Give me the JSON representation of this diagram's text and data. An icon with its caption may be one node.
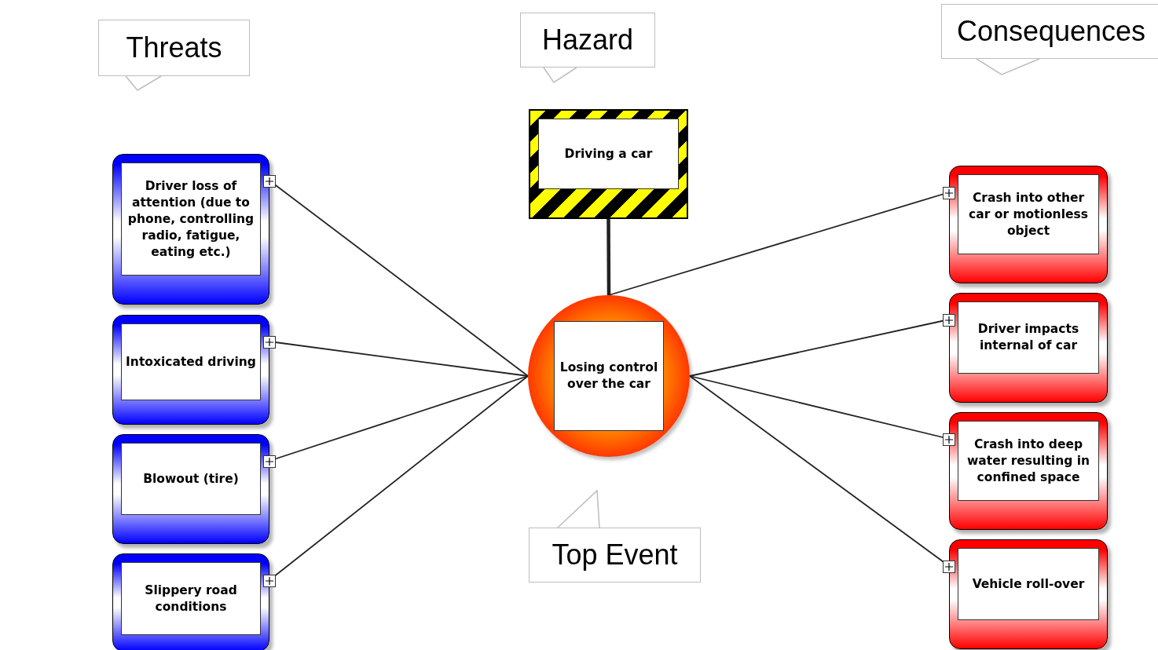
{
  "diagram": {
    "nodes": [
      {
        "text": [
          "Threats"
        ]
      },
      {
        "text": [
          "Hazard"
        ]
      },
      {
        "text": [
          "Consequences"
        ]
      },
      {
        "text": [
          "Driving a car"
        ]
      },
      {
        "text": [
          "Losing control over the car"
        ]
      },
      {
        "text": [
          "Driver loss of attention (due to phone, controlling radio, fatigue, eating etc.)"
        ]
      },
      {
        "text": [
          "Intoxicated driving"
        ]
      },
      {
        "text": [
          "Blowout (tire)"
        ]
      },
      {
        "text": [
          "Slippery road conditions"
        ]
      },
      {
        "text": [
          "Crash into other car or motionless object"
        ]
      },
      {
        "text": [
          "Driver impacts internal of car"
        ]
      },
      {
        "text": [
          "Crash into deep water resulting in confined space"
        ]
      },
      {
        "text": [
          "Vehicle roll-over"
        ]
      },
      {
        "text": [
          "Top Event"
        ]
      }
    ],
    "edges": [
      {
        "from": 3,
        "to": 4,
        "arrow": "none",
        "style": "thick"
      },
      {
        "from": 5,
        "to": 4,
        "arrow": "none"
      },
      {
        "from": 6,
        "to": 4,
        "arrow": "none"
      },
      {
        "from": 7,
        "to": 4,
        "arrow": "none"
      },
      {
        "from": 8,
        "to": 4,
        "arrow": "none"
      },
      {
        "from": 4,
        "to": 9,
        "arrow": "none"
      },
      {
        "from": 4,
        "to": 10,
        "arrow": "none"
      },
      {
        "from": 4,
        "to": 11,
        "arrow": "none"
      },
      {
        "from": 4,
        "to": 12,
        "arrow": "none"
      }
    ]
  }
}
